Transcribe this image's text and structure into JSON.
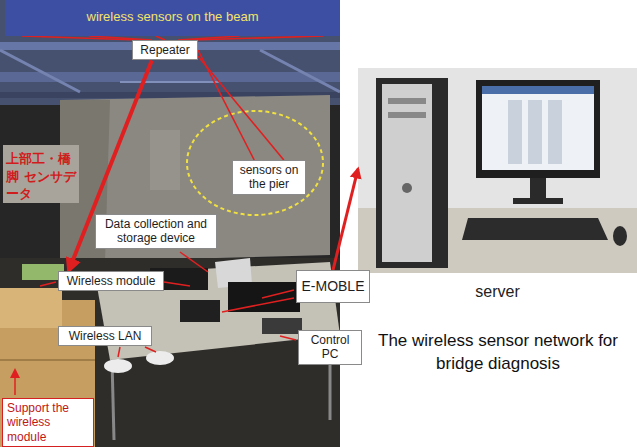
{
  "diagram": {
    "caption": "The wireless sensor network for bridge diagnosis",
    "nodes": [
      {
        "text": [
          "wireless sensors on the beam"
        ]
      },
      {
        "text": [
          "Repeater"
        ]
      },
      {
        "text": [
          "sensors on the pier"
        ]
      },
      {
        "text": [
          "Data collection and storage device"
        ]
      },
      {
        "text": [
          "Wireless module"
        ]
      },
      {
        "text": [
          "E-MOBLE"
        ]
      },
      {
        "text": [
          "Wireless LAN"
        ]
      },
      {
        "text": [
          "Control PC"
        ]
      },
      {
        "text": [
          "Support the wireless module"
        ]
      },
      {
        "text": [
          "server"
        ]
      }
    ],
    "edges": [
      {
        "from": 1,
        "to": 0,
        "arrow": "none"
      },
      {
        "from": 1,
        "to": 0,
        "arrow": "none"
      },
      {
        "from": 1,
        "to": 0,
        "arrow": "none"
      },
      {
        "from": 1,
        "to": 0,
        "arrow": "none"
      },
      {
        "from": 1,
        "to": 0,
        "arrow": "none"
      },
      {
        "from": 1,
        "to": 2,
        "arrow": "none"
      },
      {
        "from": 1,
        "to": 2,
        "arrow": "none"
      },
      {
        "from": 1,
        "to": 4,
        "arrow": "to"
      },
      {
        "from": 5,
        "to": 9,
        "arrow": "to"
      }
    ],
    "labels": [
      "上部工・橋脚 センサデータ"
    ]
  }
}
